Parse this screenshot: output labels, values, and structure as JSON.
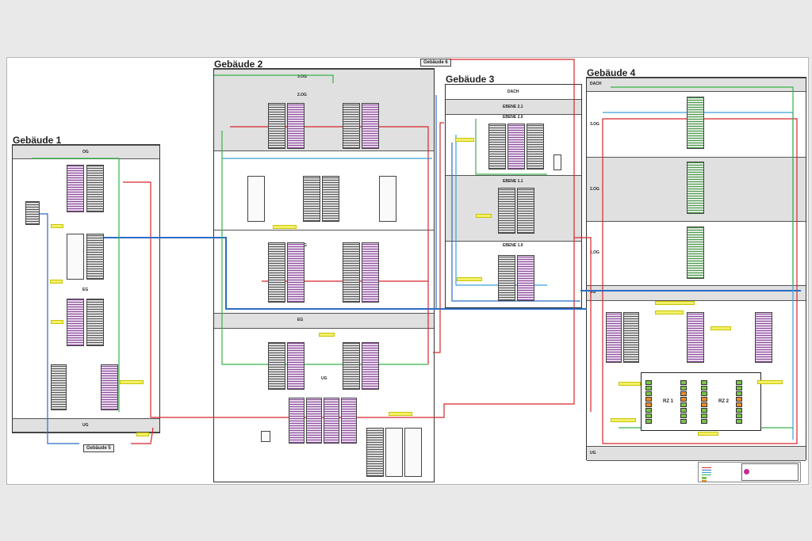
{
  "buildings": {
    "g1": {
      "title": "Gebäude 1",
      "floors": {
        "og": "OG",
        "eg": "EG",
        "ug": "UG"
      }
    },
    "g2": {
      "title": "Gebäude 2",
      "floors": {
        "og3": "3.OG",
        "og2": "2.OG",
        "og1": "1.OG",
        "eg": "EG",
        "ug": "UG"
      }
    },
    "g3": {
      "title": "Gebäude 3",
      "floors": {
        "dach": "DACH",
        "e21": "EBENE 2.1",
        "e20": "EBENE 2.0",
        "e11": "EBENE 1.1",
        "e10": "EBENE 1.0"
      }
    },
    "g4": {
      "title": "Gebäude 4",
      "floors": {
        "dach": "DACH",
        "og3": "3.OG",
        "og2": "2.OG",
        "og1": "1.OG",
        "eg": "EG",
        "ug": "UG"
      }
    },
    "g5": {
      "title": "Gebäude 5"
    },
    "g6": {
      "title": "Gebäude 6"
    }
  },
  "datacenters": {
    "rz1": "RZ 1",
    "rz2": "RZ 2"
  },
  "colors": {
    "red": "#d8262a",
    "blue": "#2b6cc4",
    "cyan": "#3aa0d8",
    "green": "#37b24a",
    "dark_red": "#8b1a1a",
    "note_yellow": "#f3f06a",
    "rack_purple": "#8a4a9a",
    "cell_green": "#7ac04a",
    "cell_orange": "#e98a2a"
  }
}
